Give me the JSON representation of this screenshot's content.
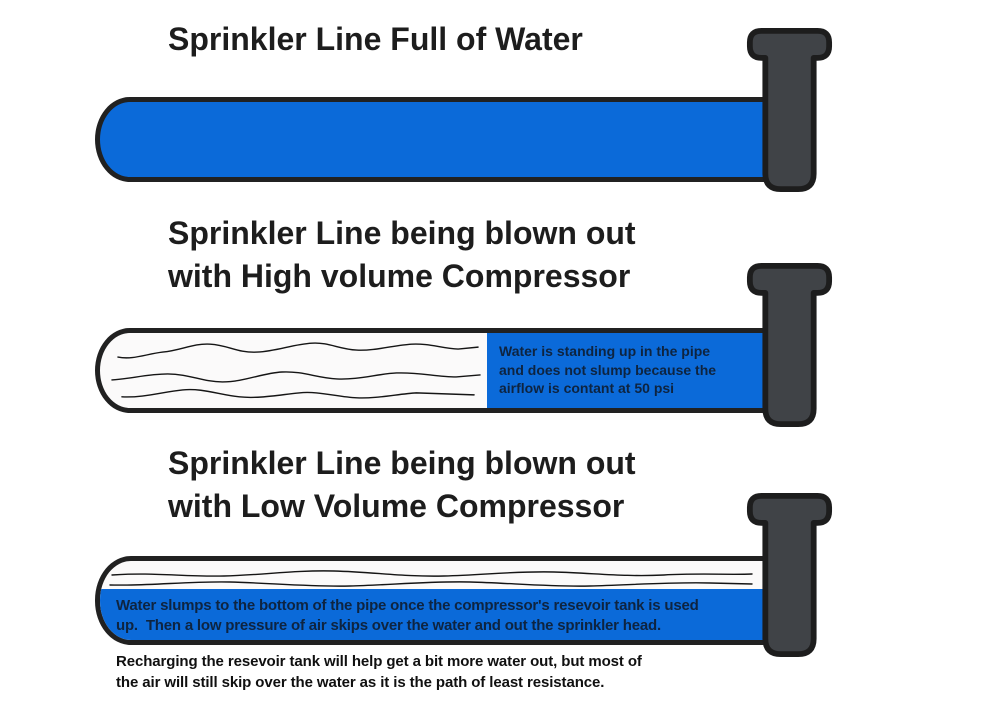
{
  "colors": {
    "water_blue": "#0b6ad9",
    "air_white": "#fbfafa",
    "pipe_outline": "#212121",
    "riser_fill": "#404347",
    "riser_outline": "#1d1d1d",
    "title_text": "#1d1d1d",
    "note_text": "#0e2440",
    "caption_text": "#101010"
  },
  "icons": {
    "sprinkler_riser": "dark T-shaped sprinkler head riser tube",
    "airflow_waves": "thin hand-drawn wavy lines indicating airflow"
  },
  "sections": [
    {
      "title_lines": [
        "Sprinkler Line Full of Water"
      ]
    },
    {
      "title_lines": [
        "Sprinkler Line being blown out",
        "with High volume Compressor"
      ],
      "note_lines": [
        "Water is standing up in the pipe",
        "and does not slump because the",
        "airflow is contant at 50 psi"
      ]
    },
    {
      "title_lines": [
        "Sprinkler Line being blown out",
        "with Low Volume Compressor"
      ],
      "note_lines": [
        "Water slumps to the bottom of the pipe once the compressor's resevoir tank is used",
        "up.  Then a low pressure of air skips over the water and out the sprinkler head."
      ]
    }
  ],
  "caption_lines": [
    "Recharging the resevoir tank will help get a bit more water out, but most of",
    "the air will still skip over the water as it is the path of least resistance."
  ]
}
